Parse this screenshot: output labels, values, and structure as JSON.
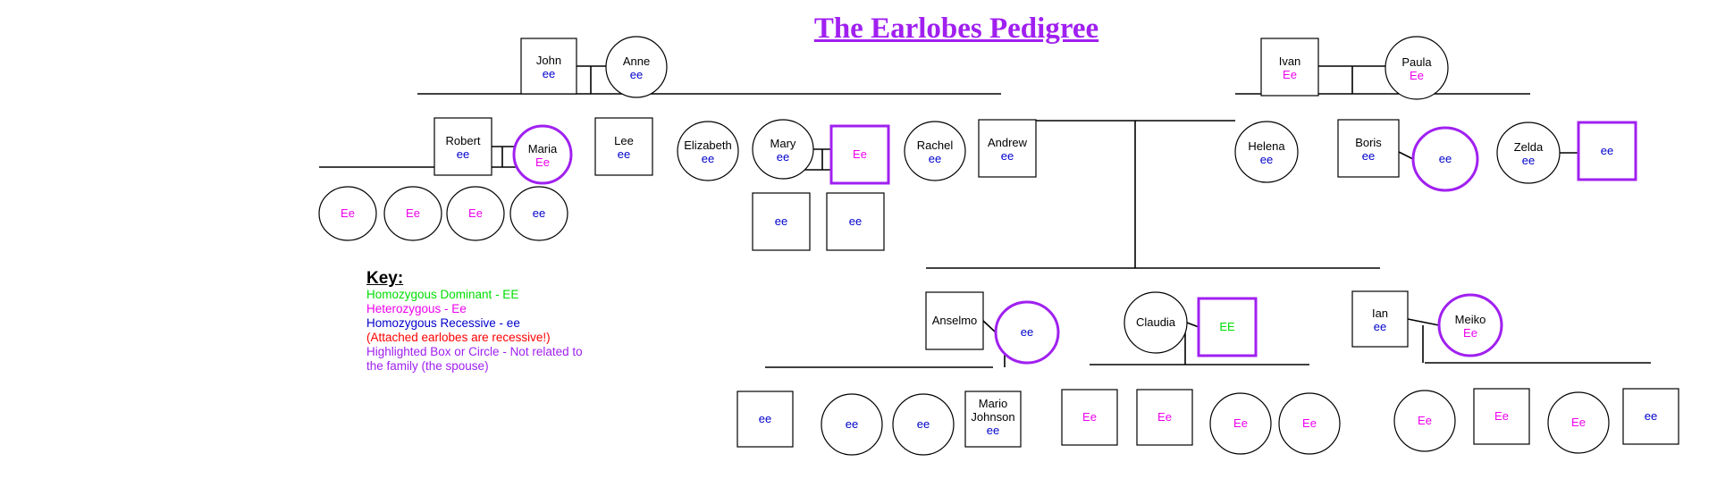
{
  "title": "The Earlobes Pedigree",
  "colors": {
    "dominant": "#00dd00",
    "heterozygous": "#ee00ee",
    "recessive": "#0000cc",
    "note": "#ff0000",
    "spouse": "#a020f0",
    "line": "#000000"
  },
  "key": {
    "title": "Key:",
    "items": [
      {
        "text": "Homozygous Dominant - EE",
        "color": "#00dd00"
      },
      {
        "text": "Heterozygous - Ee",
        "color": "#ee00ee"
      },
      {
        "text": "Homozygous Recessive - ee",
        "color": "#0000cc"
      },
      {
        "text": "(Attached earlobes are recessive!)",
        "color": "#ff0000"
      },
      {
        "text": "Highlighted Box or Circle - Not related to the family (the spouse)",
        "color": "#a020f0"
      }
    ]
  },
  "people": [
    {
      "id": "john",
      "name": "John",
      "genotype": "ee",
      "shape": "square",
      "spouse": false
    },
    {
      "id": "anne",
      "name": "Anne",
      "genotype": "ee",
      "shape": "circle",
      "spouse": false
    },
    {
      "id": "ivan",
      "name": "Ivan",
      "genotype": "Ee",
      "shape": "square",
      "spouse": false
    },
    {
      "id": "paula",
      "name": "Paula",
      "genotype": "Ee",
      "shape": "circle",
      "spouse": false
    },
    {
      "id": "robert",
      "name": "Robert",
      "genotype": "ee",
      "shape": "square",
      "spouse": false
    },
    {
      "id": "maria",
      "name": "Maria",
      "genotype": "Ee",
      "shape": "circle",
      "spouse": true
    },
    {
      "id": "lee",
      "name": "Lee",
      "genotype": "ee",
      "shape": "square",
      "spouse": false
    },
    {
      "id": "elizabeth",
      "name": "Elizabeth",
      "genotype": "ee",
      "shape": "circle",
      "spouse": false
    },
    {
      "id": "mary",
      "name": "Mary",
      "genotype": "ee",
      "shape": "circle",
      "spouse": false
    },
    {
      "id": "mary_spouse",
      "name": "",
      "genotype": "Ee",
      "shape": "square",
      "spouse": true
    },
    {
      "id": "rachel",
      "name": "Rachel",
      "genotype": "ee",
      "shape": "circle",
      "spouse": false
    },
    {
      "id": "andrew",
      "name": "Andrew",
      "genotype": "ee",
      "shape": "square",
      "spouse": false
    },
    {
      "id": "helena",
      "name": "Helena",
      "genotype": "ee",
      "shape": "circle",
      "spouse": false
    },
    {
      "id": "boris",
      "name": "Boris",
      "genotype": "ee",
      "shape": "square",
      "spouse": false
    },
    {
      "id": "boris_spouse",
      "name": "",
      "genotype": "ee",
      "shape": "circle",
      "spouse": true
    },
    {
      "id": "zelda",
      "name": "Zelda",
      "genotype": "ee",
      "shape": "circle",
      "spouse": false
    },
    {
      "id": "zelda_spouse",
      "name": "",
      "genotype": "ee",
      "shape": "square",
      "spouse": true
    },
    {
      "id": "rc1",
      "name": "",
      "genotype": "Ee",
      "shape": "circle",
      "spouse": false
    },
    {
      "id": "rc2",
      "name": "",
      "genotype": "Ee",
      "shape": "circle",
      "spouse": false
    },
    {
      "id": "rc3",
      "name": "",
      "genotype": "Ee",
      "shape": "circle",
      "spouse": false
    },
    {
      "id": "rc4",
      "name": "",
      "genotype": "ee",
      "shape": "circle",
      "spouse": false
    },
    {
      "id": "mc1",
      "name": "",
      "genotype": "ee",
      "shape": "square",
      "spouse": false
    },
    {
      "id": "mc2",
      "name": "",
      "genotype": "ee",
      "shape": "square",
      "spouse": false
    },
    {
      "id": "anselmo",
      "name": "Anselmo",
      "genotype": "",
      "shape": "square",
      "spouse": false
    },
    {
      "id": "anselmo_spouse",
      "name": "",
      "genotype": "ee",
      "shape": "circle",
      "spouse": true
    },
    {
      "id": "claudia",
      "name": "Claudia",
      "genotype": "",
      "shape": "circle",
      "spouse": false
    },
    {
      "id": "claudia_spouse",
      "name": "",
      "genotype": "EE",
      "shape": "square",
      "spouse": true
    },
    {
      "id": "ian",
      "name": "Ian",
      "genotype": "ee",
      "shape": "square",
      "spouse": false
    },
    {
      "id": "meiko",
      "name": "Meiko",
      "genotype": "Ee",
      "shape": "circle",
      "spouse": true
    },
    {
      "id": "ac1",
      "name": "",
      "genotype": "ee",
      "shape": "square",
      "spouse": false
    },
    {
      "id": "ac2",
      "name": "",
      "genotype": "ee",
      "shape": "circle",
      "spouse": false
    },
    {
      "id": "ac3",
      "name": "",
      "genotype": "ee",
      "shape": "circle",
      "spouse": false
    },
    {
      "id": "mario",
      "name": "Mario Johnson",
      "genotype": "ee",
      "shape": "square",
      "spouse": false
    },
    {
      "id": "cc1",
      "name": "",
      "genotype": "Ee",
      "shape": "square",
      "spouse": false
    },
    {
      "id": "cc2",
      "name": "",
      "genotype": "Ee",
      "shape": "square",
      "spouse": false
    },
    {
      "id": "cc3",
      "name": "",
      "genotype": "Ee",
      "shape": "circle",
      "spouse": false
    },
    {
      "id": "cc4",
      "name": "",
      "genotype": "Ee",
      "shape": "circle",
      "spouse": false
    },
    {
      "id": "ic1",
      "name": "",
      "genotype": "Ee",
      "shape": "circle",
      "spouse": false
    },
    {
      "id": "ic2",
      "name": "",
      "genotype": "Ee",
      "shape": "square",
      "spouse": false
    },
    {
      "id": "ic3",
      "name": "",
      "genotype": "Ee",
      "shape": "circle",
      "spouse": false
    },
    {
      "id": "ic4",
      "name": "",
      "genotype": "ee",
      "shape": "square",
      "spouse": false
    }
  ]
}
